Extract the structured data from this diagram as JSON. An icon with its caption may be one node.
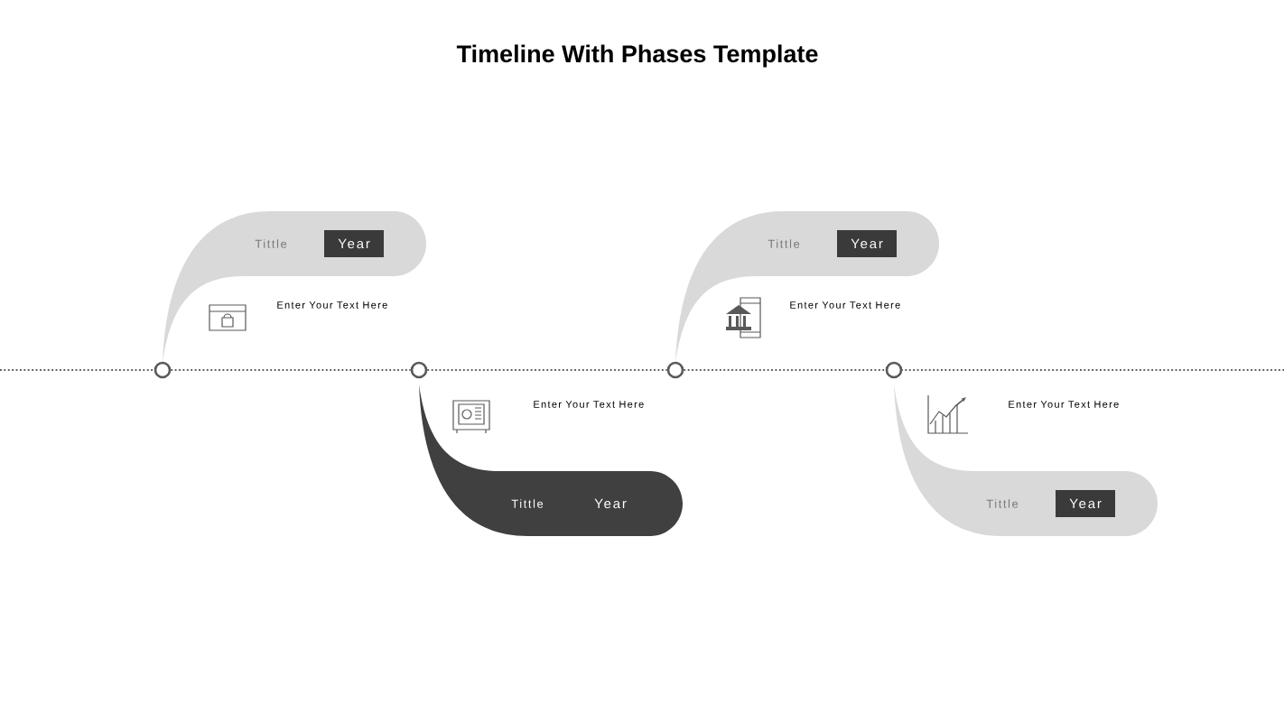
{
  "diagram": {
    "title": "Timeline With Phases Template",
    "nodes": [
      {
        "text": [],
        "shape": "circle"
      },
      {
        "text": [],
        "shape": "circle"
      },
      {
        "text": [],
        "shape": "circle"
      },
      {
        "text": [],
        "shape": "circle"
      },
      {
        "text": [
          "Tittle",
          "Year"
        ],
        "beside": [
          "Enter Your Text Here"
        ]
      },
      {
        "text": [
          "Tittle",
          "Year"
        ],
        "beside": [
          "Enter Your Text Here"
        ]
      },
      {
        "text": [
          "Tittle",
          "Year"
        ],
        "beside": [
          "Enter Your Text Here"
        ]
      },
      {
        "text": [
          "Tittle",
          "Year"
        ],
        "beside": [
          "Enter Your Text Here"
        ]
      }
    ],
    "edges": [
      {
        "from": 0,
        "to": 1,
        "arrow": "none",
        "style": "dashed"
      },
      {
        "from": 1,
        "to": 2,
        "arrow": "none",
        "style": "dashed"
      },
      {
        "from": 2,
        "to": 3,
        "arrow": "none",
        "style": "dashed"
      }
    ]
  }
}
